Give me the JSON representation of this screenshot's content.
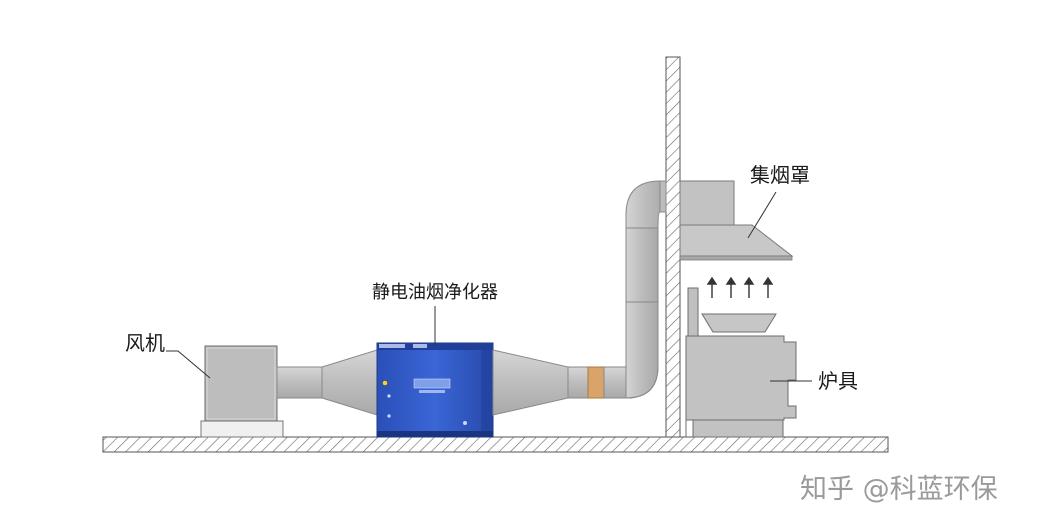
{
  "labels": {
    "fan": "风机",
    "purifier": "静电油烟净化器",
    "hood": "集烟罩",
    "stove": "炉具"
  },
  "watermark": "知乎 @科蓝环保",
  "colors": {
    "duct": "#c9c9c9",
    "unit_body": "#2f58c9",
    "floor_hatch": "#555555",
    "flex_joint": "#d9a46a"
  }
}
